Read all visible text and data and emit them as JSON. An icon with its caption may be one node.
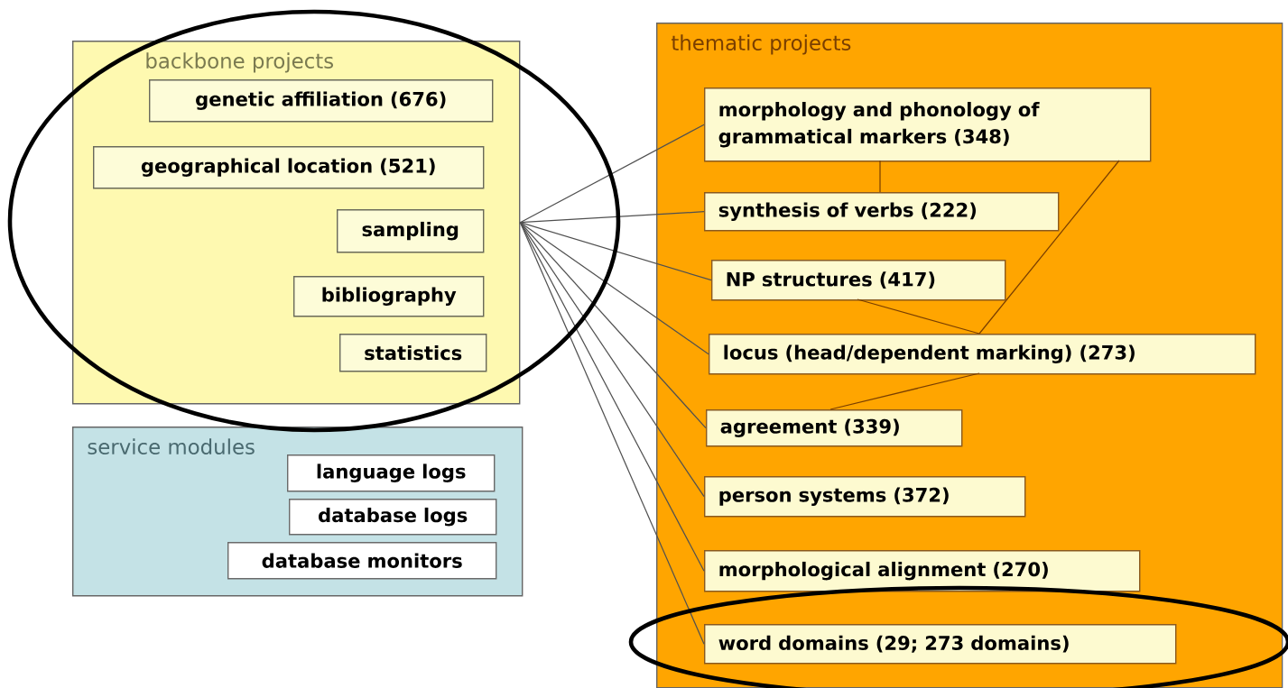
{
  "diagram": {
    "nodes": [
      {
        "text": [
          "backbone projects"
        ]
      },
      {
        "text": [
          "genetic affiliation (676)"
        ],
        "in": 0
      },
      {
        "text": [
          "geographical location (521)"
        ],
        "in": 0
      },
      {
        "text": [
          "sampling"
        ],
        "in": 0
      },
      {
        "text": [
          "bibliography"
        ],
        "in": 0
      },
      {
        "text": [
          "statistics"
        ],
        "in": 0
      },
      {
        "text": [
          "service modules"
        ]
      },
      {
        "text": [
          "language logs"
        ],
        "in": 6
      },
      {
        "text": [
          "database logs"
        ],
        "in": 6
      },
      {
        "text": [
          "database monitors"
        ],
        "in": 6
      },
      {
        "text": [
          "thematic projects"
        ]
      },
      {
        "text": [
          "morphology and phonology of grammatical markers (348)"
        ],
        "in": 10
      },
      {
        "text": [
          "synthesis of verbs (222)"
        ],
        "in": 10
      },
      {
        "text": [
          "NP structures (417)"
        ],
        "in": 10
      },
      {
        "text": [
          "locus (head/dependent marking) (273)"
        ],
        "in": 10
      },
      {
        "text": [
          "agreement (339)"
        ],
        "in": 10
      },
      {
        "text": [
          "person systems (372)"
        ],
        "in": 10
      },
      {
        "text": [
          "morphological alignment (270)"
        ],
        "in": 10
      },
      {
        "text": [
          "word domains (29; 273 domains)"
        ],
        "in": 10
      }
    ],
    "edges": [
      {
        "from": 0,
        "to": 11,
        "arrow": "none"
      },
      {
        "from": 0,
        "to": 12,
        "arrow": "none"
      },
      {
        "from": 0,
        "to": 13,
        "arrow": "none"
      },
      {
        "from": 0,
        "to": 14,
        "arrow": "none"
      },
      {
        "from": 0,
        "to": 15,
        "arrow": "none"
      },
      {
        "from": 0,
        "to": 16,
        "arrow": "none"
      },
      {
        "from": 0,
        "to": 17,
        "arrow": "none"
      },
      {
        "from": 0,
        "to": 18,
        "arrow": "none"
      },
      {
        "from": 11,
        "to": 12,
        "arrow": "none",
        "color": "#7a3f00"
      },
      {
        "from": 11,
        "to": 14,
        "arrow": "none",
        "color": "#7a3f00"
      },
      {
        "from": 13,
        "to": 14,
        "arrow": "none",
        "color": "#7a3f00"
      },
      {
        "from": 14,
        "to": 15,
        "arrow": "none",
        "color": "#7a3f00"
      }
    ]
  }
}
